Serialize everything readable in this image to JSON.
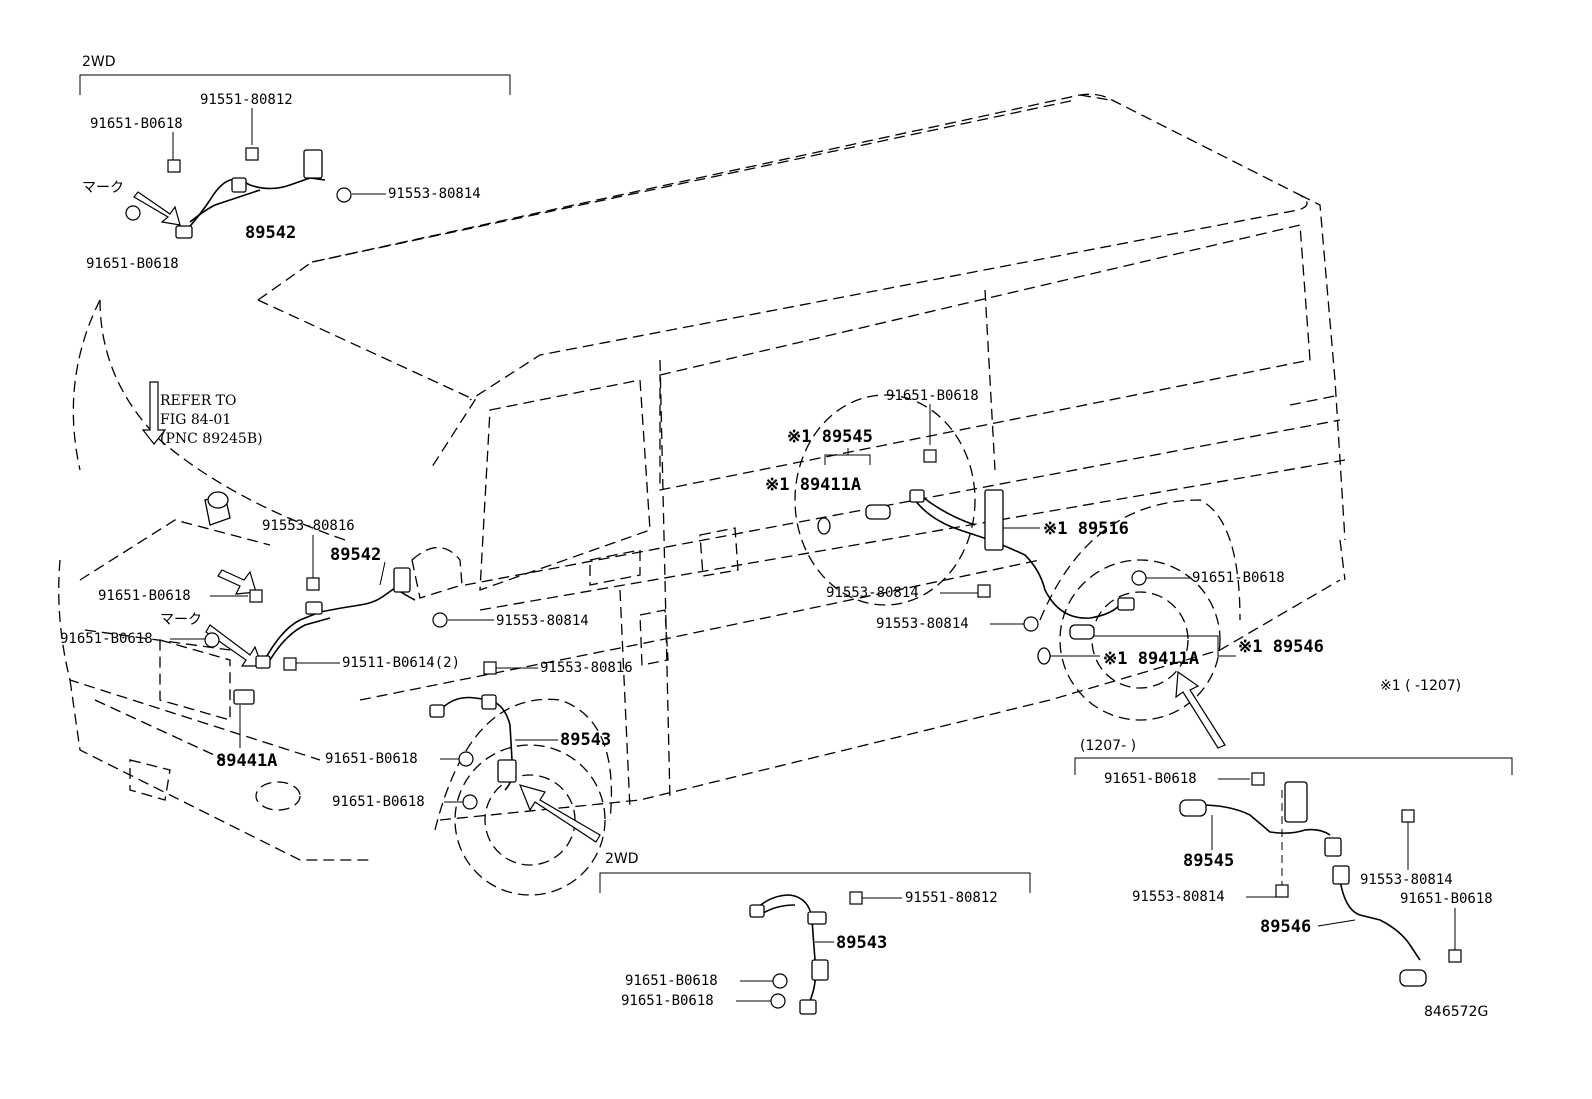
{
  "labels": {
    "wd2_top": "2WD",
    "wd2_bottom": "2WD",
    "mark_top": "マーク",
    "mark_front": "マーク",
    "refer1": "REFER TO",
    "refer2": "FIG 84-01",
    "refer3": "(PNC 89245B)",
    "note_range": "※1 (      -1207)",
    "range_new": "(1207-      )",
    "fig_code": "846572G"
  },
  "parts": {
    "p91551_80812_top": "91551-80812",
    "p91651_b0618_top_a": "91651-B0618",
    "p91553_80814_top": "91553-80814",
    "p89542_top": "89542",
    "p91651_b0618_top_b": "91651-B0618",
    "p91553_80816_front": "91553-80816",
    "p89542_front": "89542",
    "p91651_b0618_front_a": "91651-B0618",
    "p91553_80814_front": "91553-80814",
    "p91651_b0618_front_b": "91651-B0618",
    "p91511_b0614": "91511-B0614(2)",
    "p91553_80816_front_b": "91553-80816",
    "p89441a": "89441A",
    "p89543_front": "89543",
    "p91651_b0618_front_c": "91651-B0618",
    "p91651_b0618_front_d": "91651-B0618",
    "p91651_b0618_rear_top": "91651-B0618",
    "p89545_rear": "※1 89545",
    "p89411a_rear_a": "※1 89411A",
    "p89516": "※1 89516",
    "p91553_80814_rear_a": "91553-80814",
    "p91651_b0618_rear_b": "91651-B0618",
    "p91553_80814_rear_b": "91553-80814",
    "p89546_rear": "※1 89546",
    "p89411a_rear_b": "※1 89411A",
    "p91551_80812_bottom": "91551-80812",
    "p89543_bottom": "89543",
    "p91651_b0618_bottom_a": "91651-B0618",
    "p91651_b0618_bottom_b": "91651-B0618",
    "p91651_b0618_new_a": "91651-B0618",
    "p89545_new": "89545",
    "p91553_80814_new_a": "91553-80814",
    "p91553_80814_new_b": "91553-80814",
    "p91651_b0618_new_b": "91651-B0618",
    "p89546_new": "89546"
  }
}
